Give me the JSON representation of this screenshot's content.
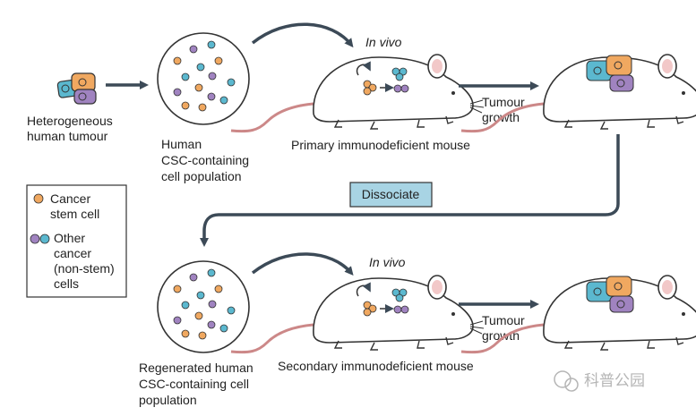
{
  "labels": {
    "heterogeneous_tumour": [
      "Heterogeneous",
      "human tumour"
    ],
    "human_population": [
      "Human",
      "CSC-containing",
      "cell population"
    ],
    "in_vivo": "In vivo",
    "primary_mouse": "Primary immunodeficient mouse",
    "tumour_growth": [
      "Tumour",
      "growth"
    ],
    "dissociate": "Dissociate",
    "regenerated_population": [
      "Regenerated human",
      "CSC-containing cell",
      "population"
    ],
    "secondary_mouse": "Secondary immunodeficient mouse"
  },
  "legend": {
    "stem_label": [
      "Cancer",
      "stem cell"
    ],
    "other_label": [
      "Other",
      "cancer",
      "(non-stem)",
      "cells"
    ]
  },
  "watermark": "科普公园",
  "colors": {
    "stem_cell": "#f0a860",
    "non_stem_purple": "#a083c0",
    "non_stem_blue": "#5bb8cf",
    "arrow": "#3c4a57",
    "dissociate_box": "#a8d4e4"
  }
}
